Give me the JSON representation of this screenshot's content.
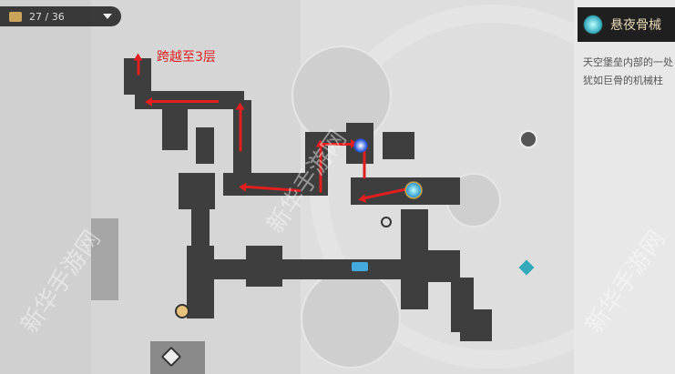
{
  "counter": {
    "icon": "treasure-chest-icon",
    "value": "27 / 36"
  },
  "map": {
    "annotation": "跨越至3层",
    "route_color": "#e02020",
    "watermark": "新华手游网"
  },
  "panel": {
    "title": "悬夜骨械",
    "description_lines": [
      "天空堡垒内部的一处",
      "犹如巨骨的机械柱"
    ]
  }
}
